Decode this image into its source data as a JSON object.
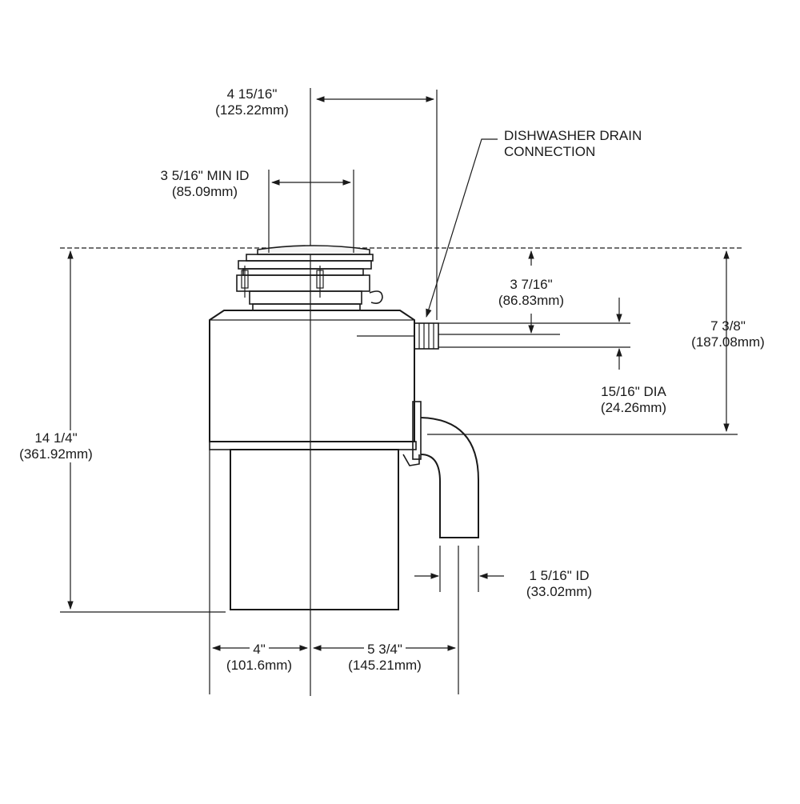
{
  "labels": {
    "flange_width": {
      "line1": "4 15/16\"",
      "line2": "(125.22mm)"
    },
    "min_id": {
      "line1": "3 5/16\" MIN ID",
      "line2": "(85.09mm)"
    },
    "drain_connection": {
      "line1": "DISHWASHER DRAIN",
      "line2": "CONNECTION"
    },
    "drain_height": {
      "line1": "3 7/16\"",
      "line2": "(86.83mm)"
    },
    "outlet_height": {
      "line1": "7 3/8\"",
      "line2": "(187.08mm)"
    },
    "drain_dia": {
      "line1": "15/16\" DIA",
      "line2": "(24.26mm)"
    },
    "total_height": {
      "line1": "14 1/4\"",
      "line2": "(361.92mm)"
    },
    "outlet_id": {
      "line1": "1 5/16\" ID",
      "line2": "(33.02mm)"
    },
    "half_width": {
      "line1": "4\"",
      "line2": "(101.6mm)"
    },
    "outlet_offset": {
      "line1": "5 3/4\"",
      "line2": "(145.21mm)"
    }
  }
}
